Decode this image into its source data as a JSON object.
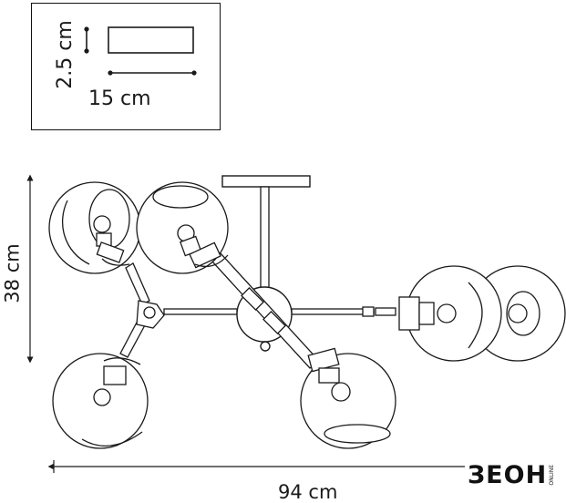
{
  "inset": {
    "width_label": "15 cm",
    "height_label": "2.5 cm"
  },
  "dimensions": {
    "overall_height": "38 cm",
    "overall_width": "94 cm"
  },
  "logo": {
    "text": "ЗЕОН",
    "subtext": "ONLINE"
  },
  "colors": {
    "line": "#1a1a1a",
    "globe_fill": "#ffffff"
  }
}
